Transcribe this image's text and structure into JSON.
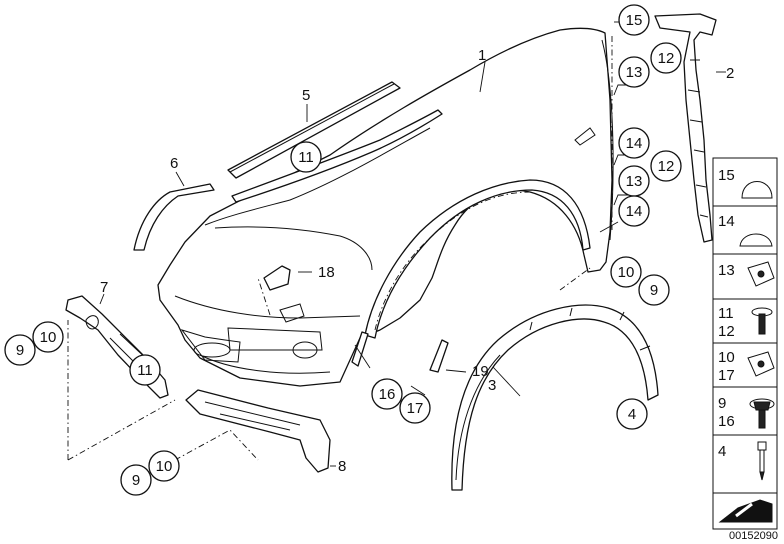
{
  "diagram": {
    "callouts": {
      "c1": "1",
      "c2": "2",
      "c3": "3",
      "c4": "4",
      "c5": "5",
      "c6": "6",
      "c7": "7",
      "c8": "8",
      "c9a": "9",
      "c9b": "9",
      "c9c": "9",
      "c10a": "10",
      "c10b": "10",
      "c10c": "10",
      "c11a": "11",
      "c11b": "11",
      "c12a": "12",
      "c12b": "12",
      "c13a": "13",
      "c13b": "13",
      "c14a": "14",
      "c14b": "14",
      "c15": "15",
      "c16": "16",
      "c17": "17",
      "c18": "18",
      "c19": "19"
    },
    "legend": {
      "r1": "15",
      "r2": "14",
      "r3": "13",
      "r4a": "11",
      "r4b": "12",
      "r5a": "10",
      "r5b": "17",
      "r6a": "9",
      "r6b": "16",
      "r7": "4"
    },
    "image_code": "00152090"
  }
}
